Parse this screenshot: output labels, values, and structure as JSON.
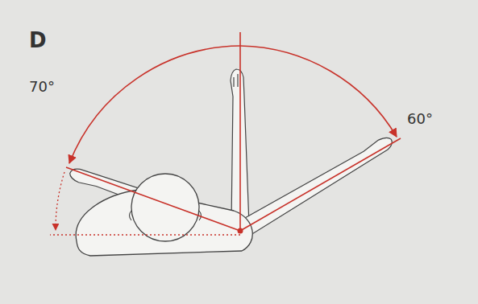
{
  "diagram": {
    "labels": [
      "D",
      "70°",
      "60°"
    ]
  }
}
